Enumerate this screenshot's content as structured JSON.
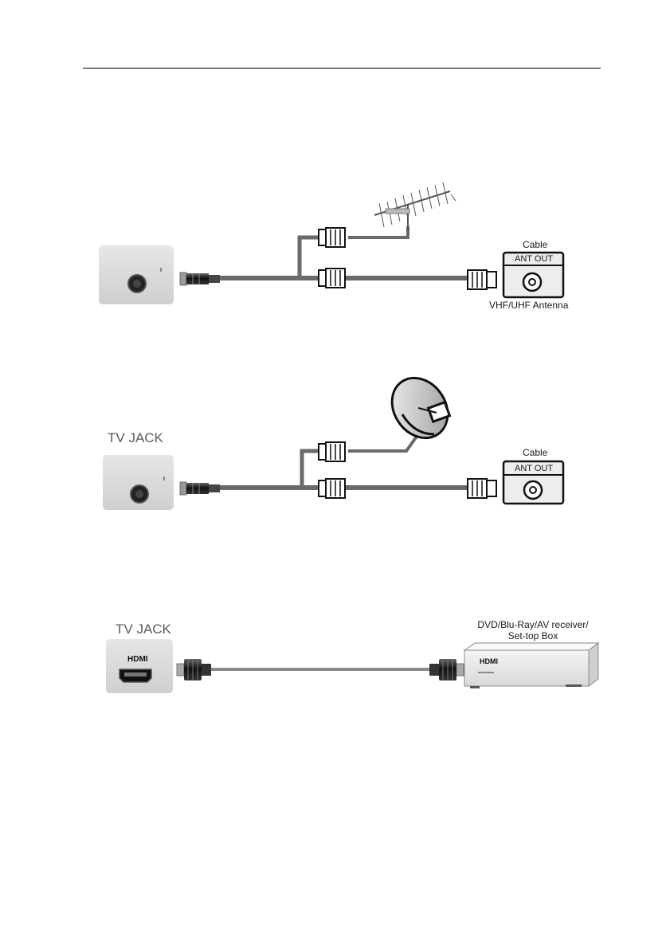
{
  "diagram1": {
    "cable_label": "Cable",
    "ant_out_label": "ANT OUT",
    "antenna_label": "VHF/UHF Antenna"
  },
  "diagram2": {
    "tv_jack_label": "TV JACK",
    "cable_label": "Cable",
    "ant_out_label": "ANT OUT"
  },
  "diagram3": {
    "tv_jack_label": "TV JACK",
    "hdmi_label_tv": "HDMI",
    "device_label_line1": "DVD/Blu-Ray/AV receiver/",
    "device_label_line2": "Set-top Box",
    "hdmi_label_device": "HDMI"
  }
}
